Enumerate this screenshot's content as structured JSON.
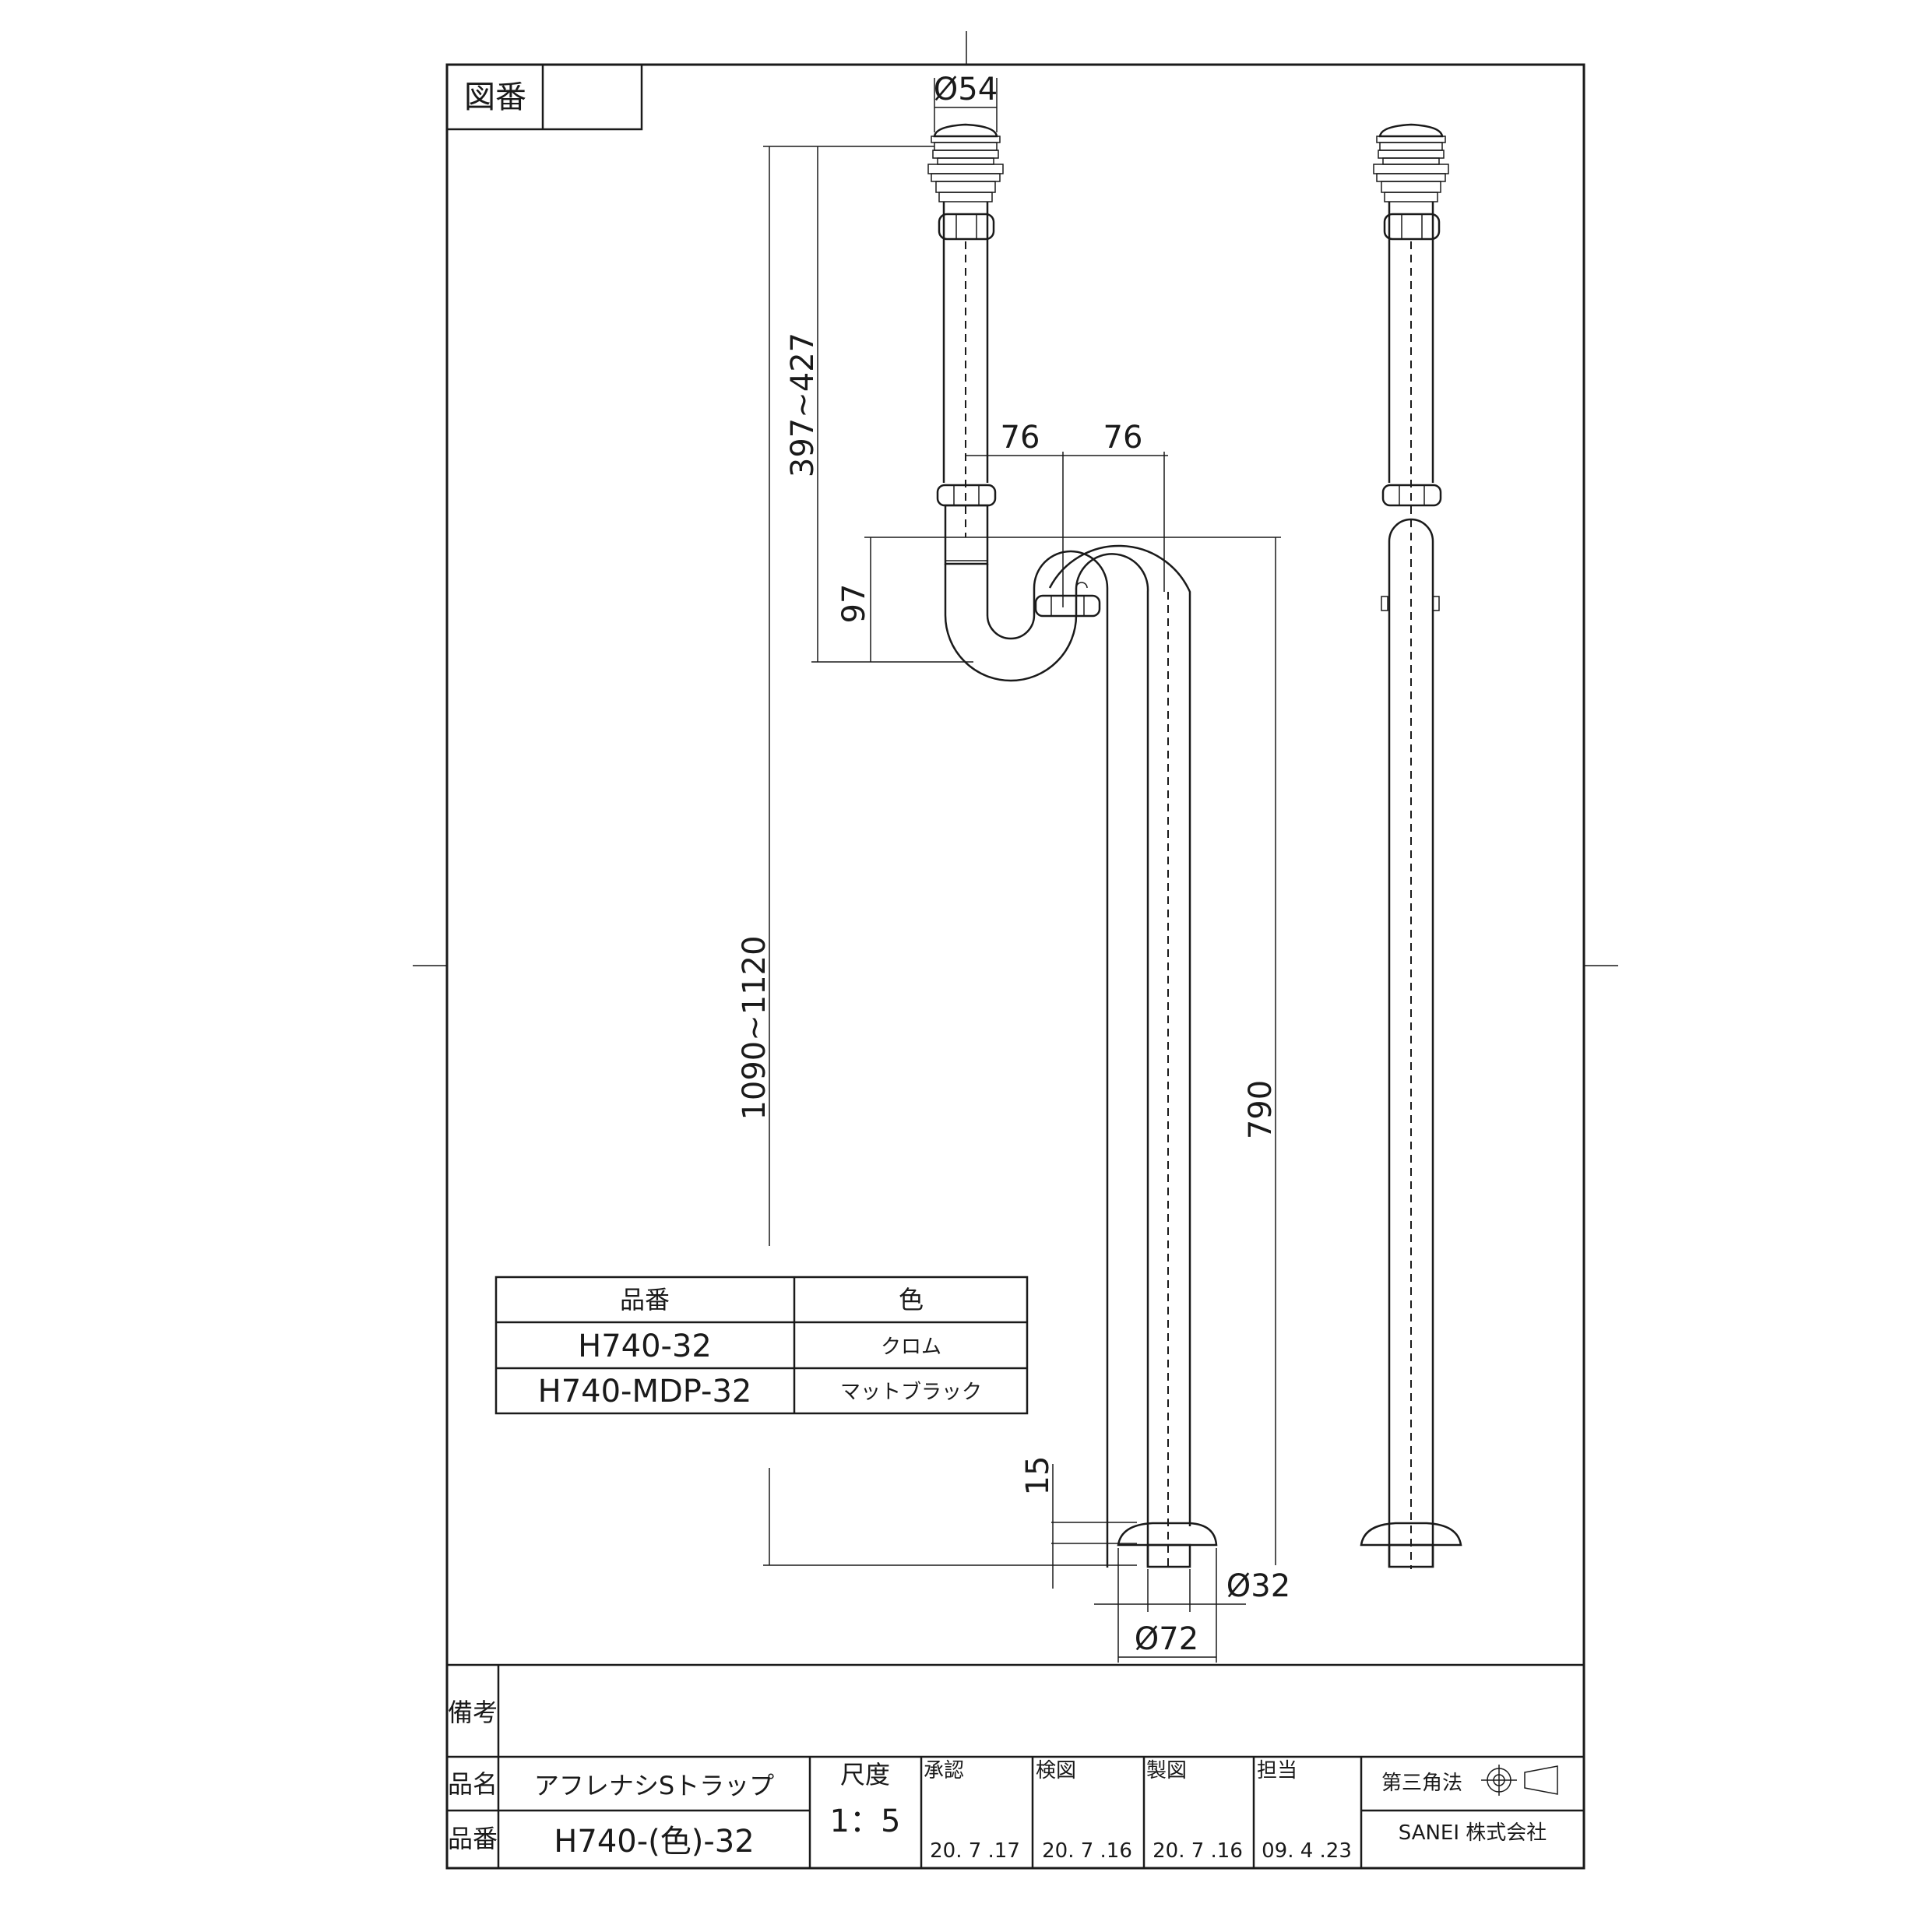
{
  "drawing_number_label": "図番",
  "drawing_number_value": "",
  "dimensions": {
    "d_top": "Ø54",
    "h_upper": "397~427",
    "h_total": "1090~1120",
    "w_left": "76",
    "w_right": "76",
    "h_trap": "97",
    "h_vertical": "790",
    "h_base": "15",
    "d_pipe": "Ø32",
    "d_base": "Ø72"
  },
  "variants_table": {
    "headers": [
      "品番",
      "色"
    ],
    "rows": [
      {
        "code": "H740-32",
        "color": "クロム"
      },
      {
        "code": "H740-MDP-32",
        "color": "マットブラック"
      }
    ]
  },
  "title_block": {
    "remarks_label": "備考",
    "remarks_value": "",
    "name_label": "品名",
    "name_value": "アフレナシSトラップ",
    "code_label": "品番",
    "code_value": "H740-(色)-32",
    "scale_label": "尺度",
    "scale_value": "1：5",
    "approved_label": "承認",
    "approved_date": "20. 7 .17",
    "checked_label": "検図",
    "checked_date": "20. 7 .16",
    "drawn_label": "製図",
    "drawn_date": "20. 7 .16",
    "charge_label": "担当",
    "charge_date": "09. 4 .23",
    "projection_label": "第三角法",
    "company": "SANEI 株式会社"
  }
}
